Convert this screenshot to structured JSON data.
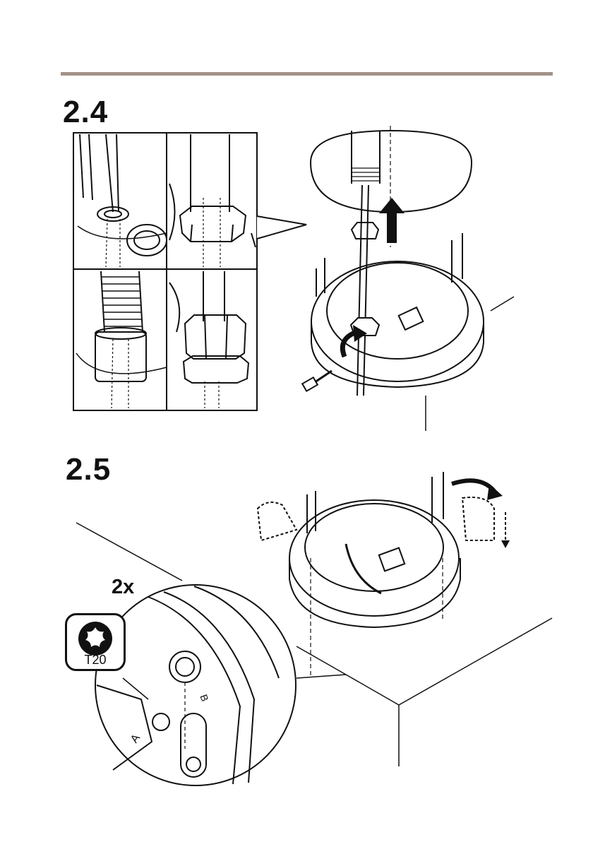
{
  "steps": [
    {
      "number": "2.4"
    },
    {
      "number": "2.5",
      "quantity": "2x",
      "tool": {
        "icon": "torx-icon",
        "label": "T20"
      }
    }
  ],
  "colors": {
    "rule": "#a39289",
    "ink": "#111111",
    "hidden_line": "#555555"
  }
}
